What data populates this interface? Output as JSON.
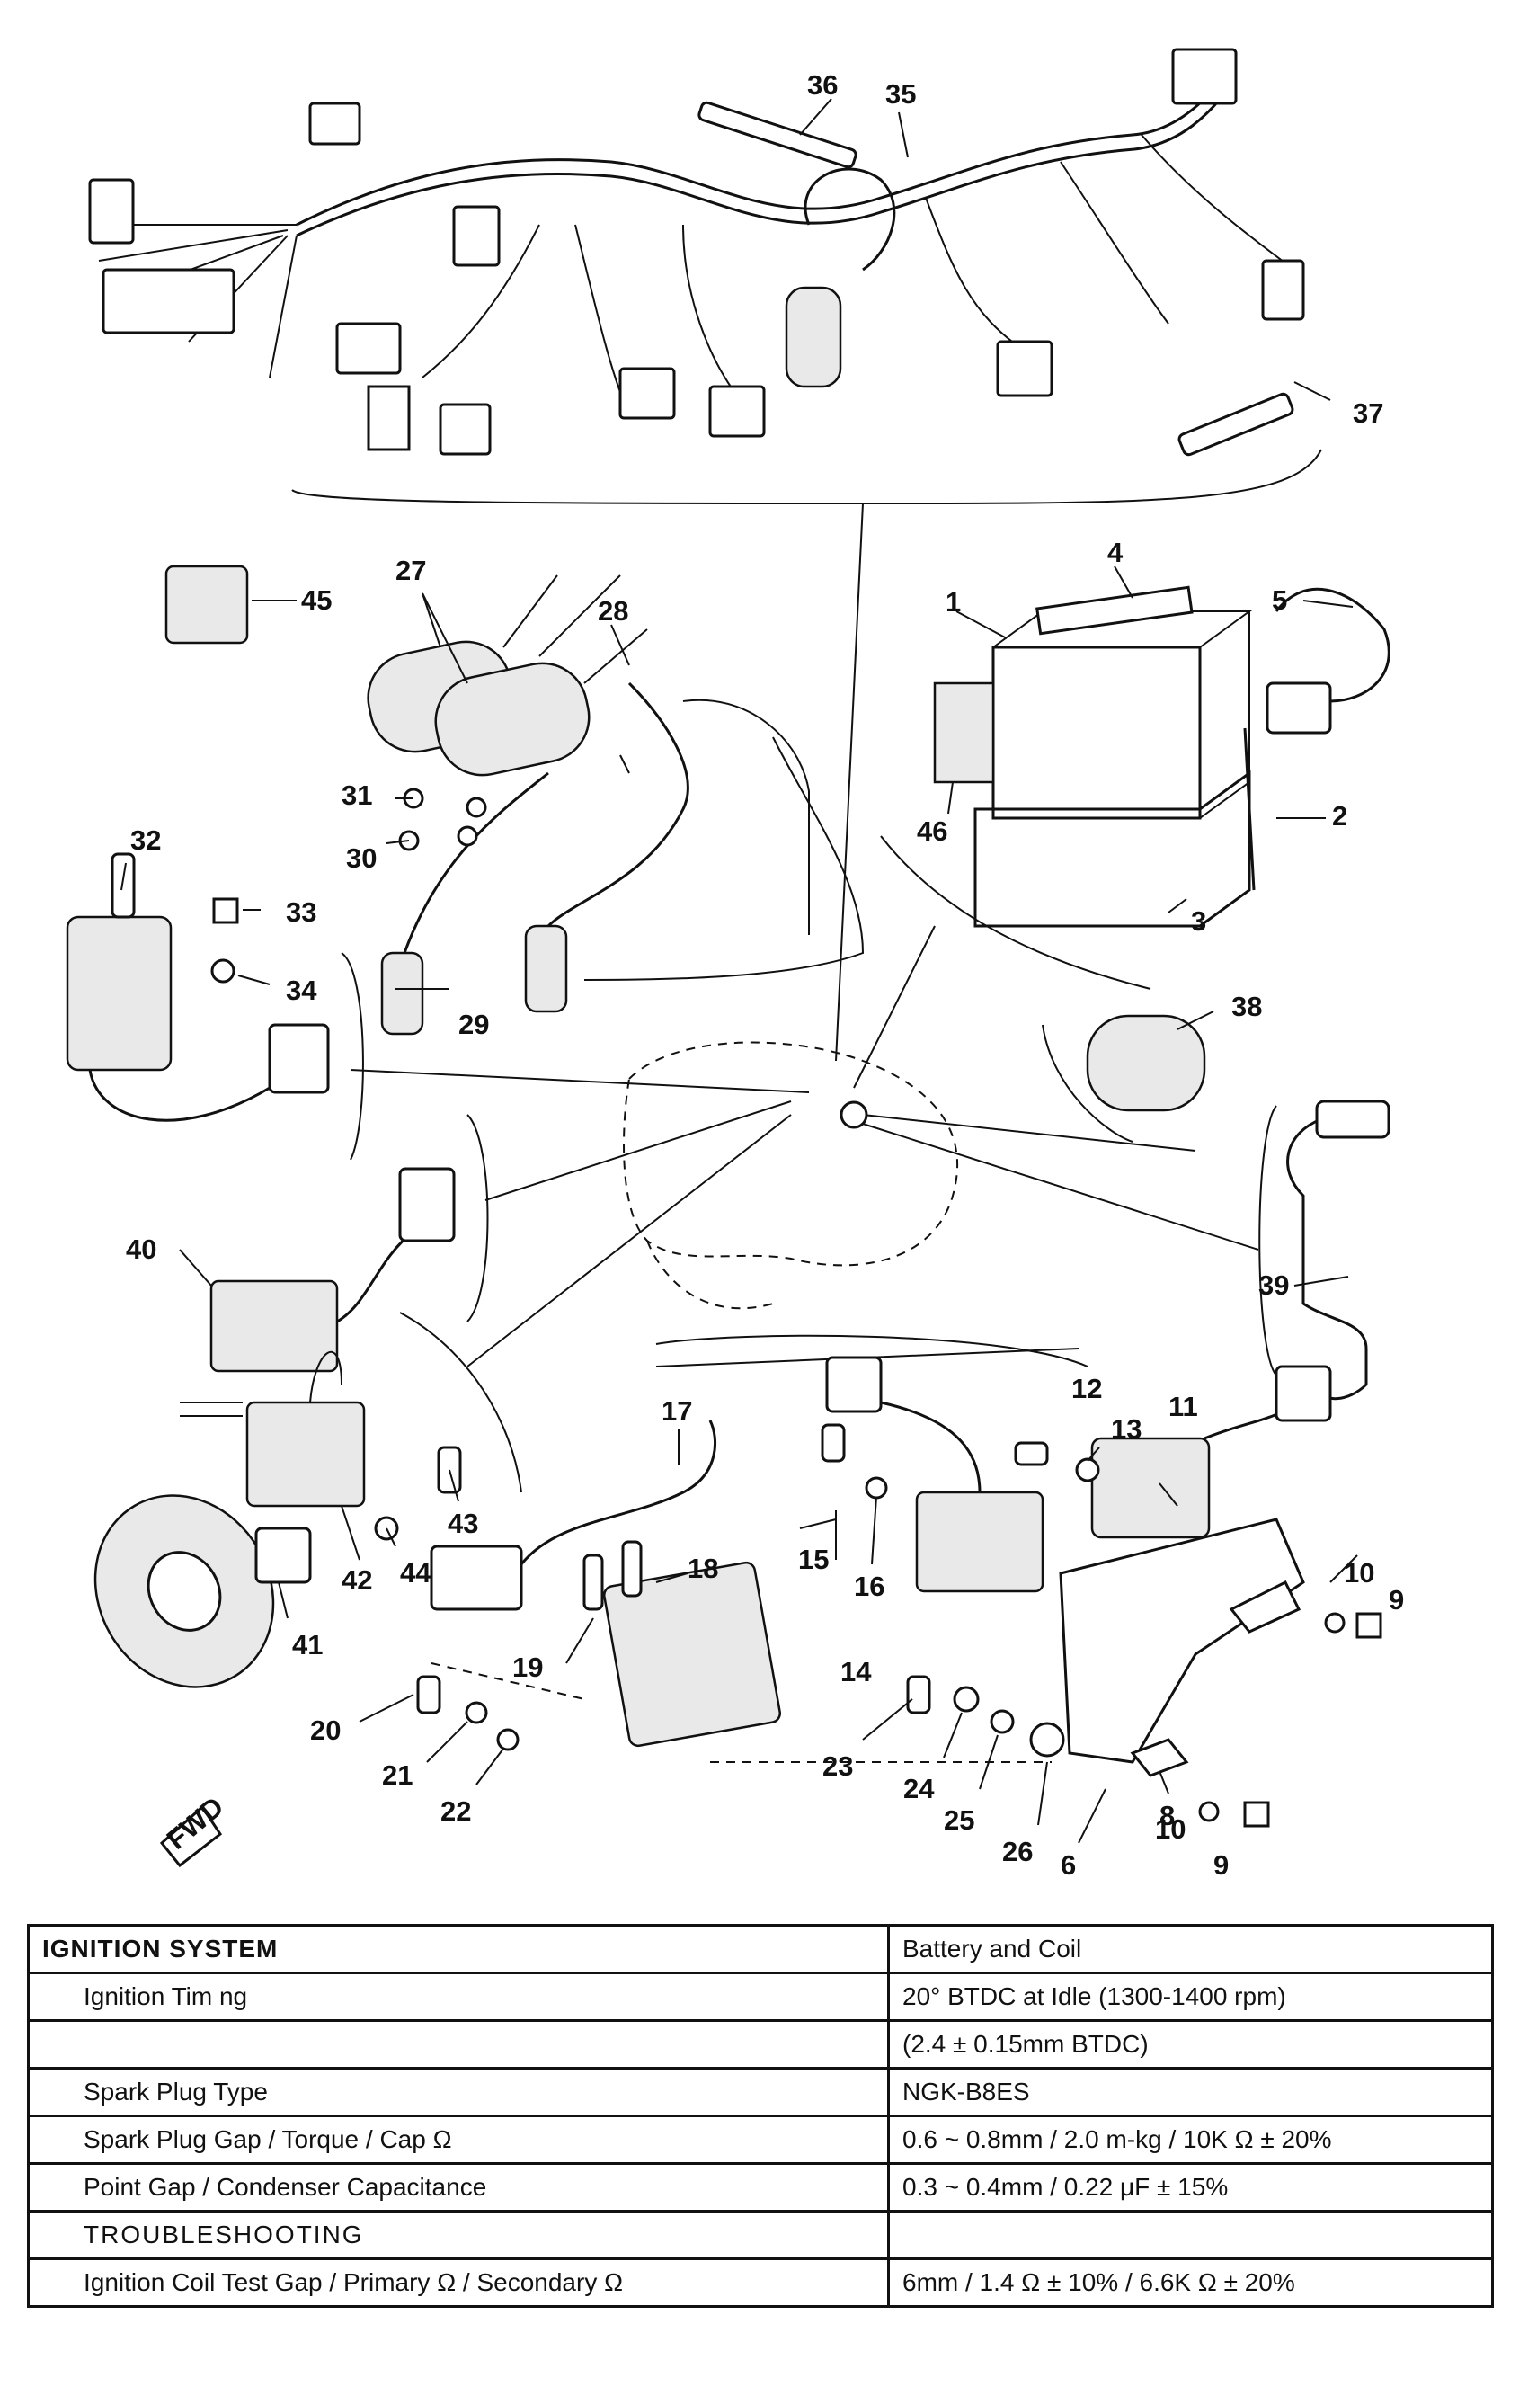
{
  "callouts": [
    "1",
    "2",
    "3",
    "4",
    "5",
    "6",
    "8",
    "9",
    "9",
    "10",
    "10",
    "11",
    "12",
    "13",
    "14",
    "15",
    "16",
    "17",
    "18",
    "19",
    "20",
    "21",
    "22",
    "23",
    "24",
    "25",
    "26",
    "27",
    "28",
    "29",
    "30",
    "31",
    "32",
    "33",
    "34",
    "35",
    "36",
    "37",
    "38",
    "39",
    "40",
    "41",
    "42",
    "43",
    "44",
    "45",
    "46"
  ],
  "fwd_badge": "FWD",
  "spec_table": {
    "rows": [
      {
        "label": "IGNITION SYSTEM",
        "value": "Battery and Coil"
      },
      {
        "label": "Ignition Tim ng",
        "value": "20° BTDC at Idle (1300-1400 rpm)"
      },
      {
        "label": "",
        "value": "(2.4 ± 0.15mm BTDC)"
      },
      {
        "label": "Spark Plug Type",
        "value": "NGK-B8ES"
      },
      {
        "label": "Spark Plug Gap / Torque / Cap Ω",
        "value": "0.6 ~ 0.8mm / 2.0 m-kg / 10K Ω ± 20%"
      },
      {
        "label": "Point Gap / Condenser Capacitance",
        "value": "0.3 ~ 0.4mm / 0.22 μF ± 15%"
      },
      {
        "label": "TROUBLESHOOTING",
        "value": ""
      },
      {
        "label": "Ignition Coil Test Gap / Primary Ω / Secondary Ω",
        "value": "6mm / 1.4 Ω ± 10% / 6.6K Ω ± 20%"
      }
    ]
  }
}
